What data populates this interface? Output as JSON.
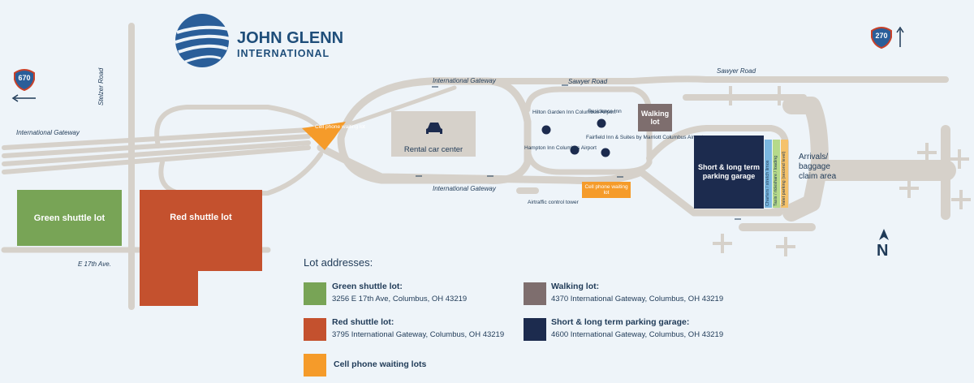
{
  "logo": {
    "line1": "JOHN GLENN",
    "line2": "INTERNATIONAL"
  },
  "highways": [
    {
      "number": "670"
    },
    {
      "number": "270"
    }
  ],
  "roads": {
    "international_gateway_left": "International Gateway",
    "international_gateway_top": "International Gateway",
    "international_gateway_bottom": "International Gateway",
    "sawyer_road_1": "Sawyer Road",
    "sawyer_road_2": "Sawyer Road",
    "stelzer_road": "Stelzer Road",
    "e17th": "E 17th Ave."
  },
  "places": {
    "cell_phone_lot_1": "Cell phone waiting lot",
    "cell_phone_lot_2": "Cell phone waiting lot",
    "rental_car_center": "Rental car center",
    "hilton": "Hilton Garden Inn Columbus Airport",
    "residence_inn": "Residence Inn",
    "hampton": "Hampton Inn Columbus Airport",
    "fairfield": "Fairfield Inn & Suites by Marriott Columbus Airport",
    "walking_lot": "Walking lot",
    "garage": "Short & long term parking garage",
    "airtraffic": "Airtraffic control tower",
    "arrivals": "Arrivals/ baggage claim area",
    "charters": "Charters / stretch limos",
    "taxis": "Taxis / rideshare / loading",
    "valet": "Valet parking (second level)",
    "green_lot": "Green shuttle lot",
    "red_lot": "Red shuttle lot"
  },
  "north": "N",
  "legend": {
    "title": "Lot addresses:",
    "items": [
      {
        "title": "Green shuttle lot:",
        "address": "3256 E 17th Ave, Columbus, OH 43219",
        "color": "#78a456"
      },
      {
        "title": "Red shuttle lot:",
        "address": "3795 International Gateway, Columbus, OH 43219",
        "color": "#c4512e"
      },
      {
        "title": "Cell phone waiting lots",
        "address": "",
        "color": "#f59b2a"
      },
      {
        "title": "Walking lot:",
        "address": "4370 International Gateway, Columbus, OH 43219",
        "color": "#7e6e6e"
      },
      {
        "title": "Short & long term parking garage:",
        "address": "4600 International Gateway, Columbus, OH 43219",
        "color": "#1c2b4e"
      }
    ]
  },
  "colors": {
    "road": "#d6d1ca",
    "navy": "#1c2b4e",
    "highway_blue": "#2a5e99",
    "highway_red": "#c8412a"
  }
}
